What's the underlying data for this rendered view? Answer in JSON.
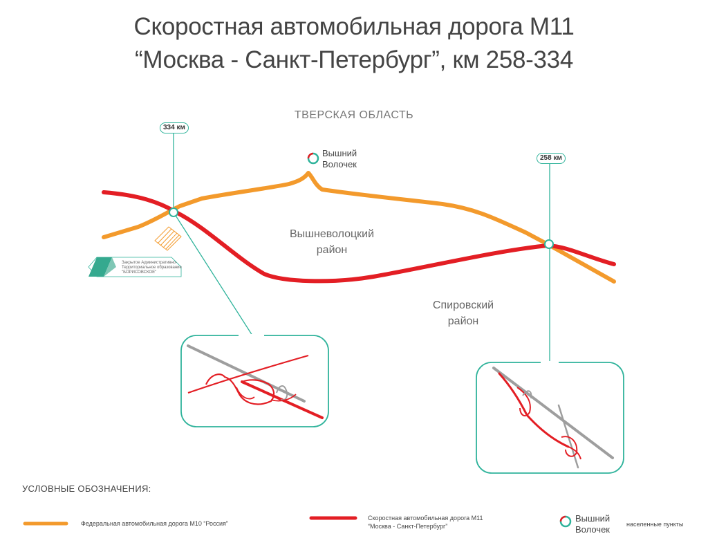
{
  "title": {
    "line1": "Скоростная автомобильная дорога М11",
    "line2": "“Москва - Санкт-Петербург”, км 258-334"
  },
  "region": "ТВЕРСКАЯ ОБЛАСТЬ",
  "districts": {
    "vyshnevolotsky": [
      "Вышневолоцкий",
      "район"
    ],
    "spirovsky": [
      "Спировский",
      "район"
    ]
  },
  "km_markers": {
    "left": "334 км",
    "right": "258 км"
  },
  "city": {
    "line1": "Вышний",
    "line2": "Волочек"
  },
  "zato": {
    "line1": "Закрытое Административно-",
    "line2": "Территориальное образование",
    "line3": "\"БОРИСОВСКОЕ\""
  },
  "legend": {
    "heading": "УСЛОВНЫЕ ОБОЗНАЧЕНИЯ:",
    "m10": "Федеральная автомобильная дорога М10 “Россия”",
    "m11_line1": "Скоростная автомобильная дорога М11",
    "m11_line2": "“Москва - Санкт-Петербург”",
    "city_line1": "Вышний",
    "city_line2": "Волочек",
    "settlements": "населенные пункты"
  },
  "colors": {
    "m10_orange": "#f39a2c",
    "m11_red": "#e31e24",
    "teal": "#2fb39b",
    "grey_road": "#9e9e9e"
  }
}
